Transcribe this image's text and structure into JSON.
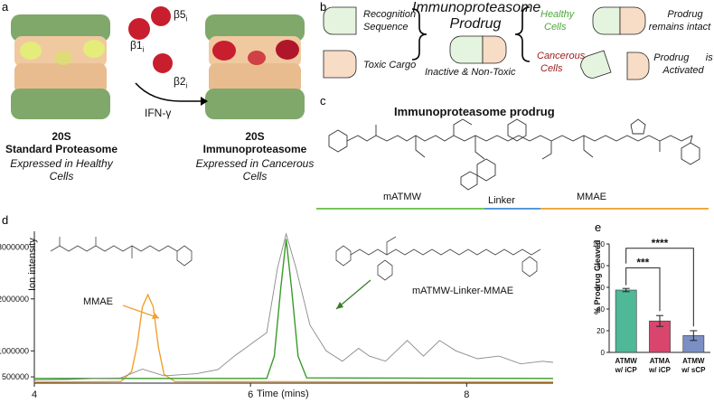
{
  "panel_a": {
    "label": "a",
    "subunits": {
      "b5": "β5",
      "b1": "β1",
      "b2": "β2",
      "sub": "i"
    },
    "arrow_label": "IFN-γ",
    "standard": {
      "title1": "20S",
      "title2": "Standard Proteasome",
      "sub1": "Expressed in Healthy",
      "sub2": "Cells"
    },
    "immuno": {
      "title1": "20S",
      "title2": "Immunoproteasome",
      "sub1": "Expressed in Cancerous",
      "sub2": "Cells"
    },
    "colors": {
      "green": "#7fa86a",
      "tan": "#f0c9a0",
      "red": "#c81e2e",
      "yellow": "#e4ec7a"
    }
  },
  "panel_b": {
    "label": "b",
    "recognition": "Recognition Sequence",
    "recognition_l1": "Recognition",
    "recognition_l2": "Sequence",
    "toxic": "Toxic Cargo",
    "title1": "Immunoproteasome",
    "title2": "Prodrug",
    "inactive": "Inactive & Non-Toxic",
    "healthy1": "Healthy",
    "healthy2": "Cells",
    "cancer1": "Cancerous",
    "cancer2": "Cells",
    "intact1": "Prodrug",
    "intact2": "remains intact",
    "activated1": "Prodrug      is",
    "activated2": "Activated",
    "colors": {
      "green_fill": "#e4f4de",
      "tan_fill": "#f7dcc6",
      "healthy": "#4aa83a",
      "cancer": "#9b1b1b"
    }
  },
  "panel_c": {
    "label": "c",
    "title": "Immunoproteasome prodrug",
    "seg1": "mATMW",
    "seg2": "Linker",
    "seg3": "MMAE",
    "colors": {
      "seg1": "#6cc04a",
      "seg2": "#4a8fd8",
      "seg3": "#f0a030"
    }
  },
  "panel_d": {
    "label": "d",
    "chart_data": {
      "type": "line",
      "xlabel": "Time (mins)",
      "ylabel": "Ion intensity",
      "xlim": [
        4,
        8.8
      ],
      "ylim": [
        380000,
        3300000
      ],
      "x_ticks": [
        4,
        6,
        8
      ],
      "y_ticks": [
        500000,
        1000000,
        2000000,
        3000000
      ],
      "y_tick_labels": [
        "500000",
        "1000000",
        "2000000",
        "3000000"
      ],
      "annotations": [
        "MMAE",
        "mATMW-Linker-MMAE"
      ],
      "series": [
        {
          "color": "#f0a030",
          "x": [
            4.0,
            4.8,
            4.9,
            4.95,
            5.0,
            5.05,
            5.1,
            5.15,
            5.2,
            5.3,
            8.8
          ],
          "y": [
            400000,
            410000,
            600000,
            1100000,
            1850000,
            2080000,
            1850000,
            1050000,
            550000,
            410000,
            400000
          ]
        },
        {
          "color": "#3a9a2a",
          "x": [
            4.0,
            6.15,
            6.22,
            6.28,
            6.33,
            6.38,
            6.44,
            6.52,
            8.8
          ],
          "y": [
            470000,
            470000,
            900000,
            2200000,
            3150000,
            2200000,
            900000,
            480000,
            470000
          ]
        },
        {
          "color": "#8a8a8a",
          "x": [
            4.0,
            4.3,
            4.6,
            4.8,
            5.0,
            5.2,
            5.5,
            5.7,
            5.85,
            5.95,
            6.05,
            6.15,
            6.25,
            6.33,
            6.42,
            6.55,
            6.7,
            6.85,
            7.0,
            7.1,
            7.25,
            7.45,
            7.6,
            7.75,
            7.9,
            8.1,
            8.3,
            8.5,
            8.7,
            8.8
          ],
          "y": [
            440000,
            450000,
            470000,
            480000,
            650000,
            520000,
            560000,
            640000,
            900000,
            1050000,
            1200000,
            1350000,
            2600000,
            3250000,
            2600000,
            1500000,
            1000000,
            800000,
            1050000,
            900000,
            800000,
            1200000,
            900000,
            1200000,
            1000000,
            850000,
            900000,
            750000,
            800000,
            780000
          ]
        }
      ]
    }
  },
  "panel_e": {
    "label": "e",
    "chart_data": {
      "type": "bar",
      "categories": [
        "ATMW w/ iCP",
        "ATMA w/ iCP",
        "ATMW w/ sCP"
      ],
      "category_lines": [
        [
          "ATMW",
          "w/ iCP"
        ],
        [
          "ATMA",
          "w/ iCP"
        ],
        [
          "ATMW",
          "w/ sCP"
        ]
      ],
      "values": [
        57.5,
        29,
        15.5
      ],
      "errors": [
        1.5,
        5,
        4.5
      ],
      "colors": [
        "#4fb896",
        "#d8466e",
        "#7b8fc4"
      ],
      "ylabel": "% Prodrug Cleaved",
      "ylim": [
        0,
        100
      ],
      "y_ticks": [
        0,
        20,
        40,
        60,
        80,
        100
      ],
      "significance": [
        "***",
        "****"
      ]
    }
  }
}
